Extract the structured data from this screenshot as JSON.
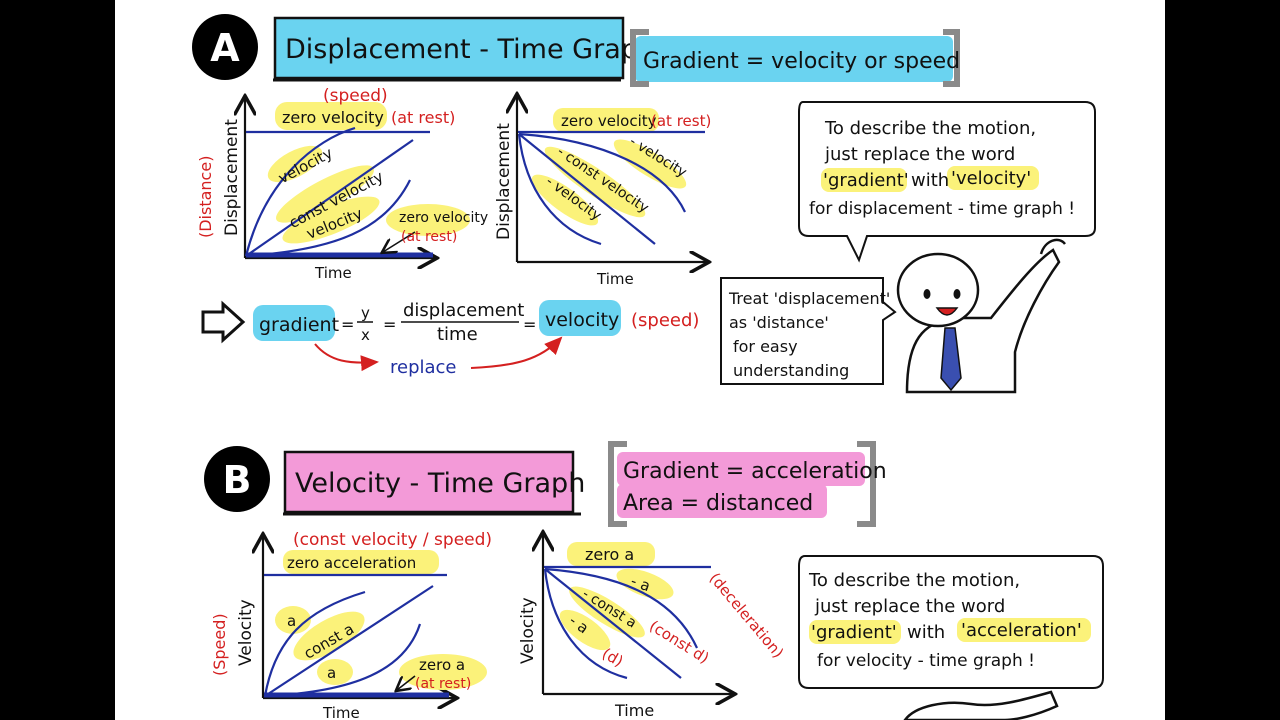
{
  "sectionA": {
    "badge": "A",
    "title": "Displacement - Time Graph",
    "bracket_text": "Gradient = velocity or speed",
    "graph1": {
      "ylabel": "Displacement",
      "ylabel_alt": "(Distance)",
      "xlabel": "Time",
      "zero_top": "zero velocity",
      "zero_top_red": "(at rest)",
      "speed_red": "(speed)",
      "curve_down": "velocity",
      "const": "const velocity",
      "curve_up": "velocity",
      "zero_bottom": "zero velocity",
      "zero_bottom_red": "(at rest)"
    },
    "graph2": {
      "ylabel": "Displacement",
      "xlabel": "Time",
      "zero_top": "zero velocity",
      "zero_top_red": "(at rest)",
      "neg_up": "- velocity",
      "neg_const": "- const velocity",
      "neg_down": "- velocity"
    },
    "formula": {
      "gradient": "gradient",
      "eq1": "=",
      "y": "y",
      "x": "x",
      "eq2": "=",
      "num": "displacement",
      "den": "time",
      "eq3": "=",
      "velocity": "velocity",
      "speed": "(speed)",
      "replace": "replace"
    },
    "speech": [
      "To describe the motion,",
      "just replace the word",
      "'gradient'",
      "with",
      "'velocity'",
      "for displacement - time graph !"
    ],
    "note": [
      "Treat 'displacement'",
      "as 'distance'",
      "for easy",
      "understanding"
    ]
  },
  "sectionB": {
    "badge": "B",
    "title": "Velocity - Time Graph",
    "bracket_line1": "Gradient = acceleration",
    "bracket_line2": "Area = distanced",
    "graph1": {
      "ylabel": "Velocity",
      "ylabel_alt": "(Speed)",
      "xlabel": "Time",
      "top_red": "(const velocity / speed)",
      "zero_top": "zero acceleration",
      "curve_down": "a",
      "const": "const a",
      "curve_up": "a",
      "zero_bottom": "zero a",
      "zero_bottom_red": "(at rest)"
    },
    "graph2": {
      "ylabel": "Velocity",
      "xlabel": "Time",
      "zero_top": "zero a",
      "neg_up": "- a",
      "neg_up_red": "(deceleration)",
      "neg_const": "- const a",
      "neg_const_red": "(const d)",
      "neg_down": "- a",
      "neg_down_red": "(d)"
    },
    "speech": [
      "To describe the motion,",
      "just replace the word",
      "'gradient'",
      "with",
      "'acceleration'",
      "for velocity - time graph !"
    ]
  },
  "colors": {
    "cyan": "#6ad3f0",
    "pink": "#f39ad8",
    "yellow": "#fbf27a",
    "blue_ink": "#1f2fa0",
    "red_ink": "#d42020",
    "bracket_gray": "#8a8a8a"
  }
}
